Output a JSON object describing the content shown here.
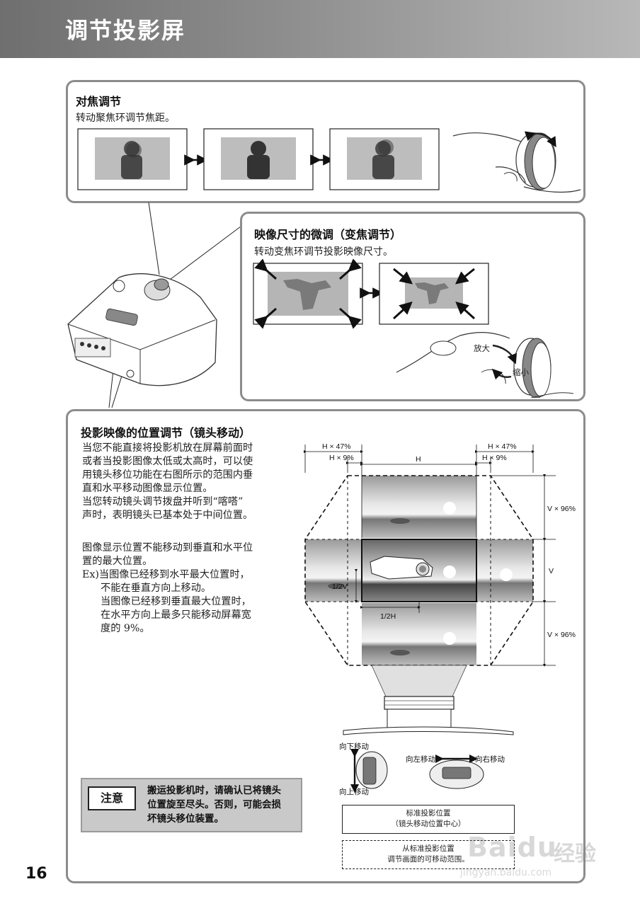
{
  "header": {
    "title": "调节投影屏"
  },
  "focus": {
    "title": "对焦调节",
    "description": "转动聚焦环调节焦距。"
  },
  "zoom": {
    "title": "映像尺寸的微调（变焦调节）",
    "description": "转动变焦环调节投影映像尺寸。",
    "label_enlarge": "放大",
    "label_shrink": "缩小"
  },
  "lens_shift": {
    "title": "投影映像的位置调节（镜头移动）",
    "paragraph1": [
      "当您不能直接将投影机放在屏幕前面时",
      "或者当投影图像太低或太高时，可以使",
      "用镜头移位功能在右图所示的范围内垂",
      "直和水平移动图像显示位置。",
      "当您转动镜头调节拨盘并听到“喀嗒”",
      "声时，表明镜头已基本处于中间位置。"
    ],
    "paragraph2": [
      "图像显示位置不能移动到垂直和水平位",
      "置的最大位置。",
      "Ex)当图像已经移到水平最大位置时，",
      "不能在垂直方向上移动。",
      "当图像已经移到垂直最大位置时，",
      "在水平方向上最多只能移动屏幕宽",
      "度的 9%。"
    ],
    "diagram": {
      "h47_left": "H × 47%",
      "h9_left": "H × 9%",
      "h": "H",
      "h47_right": "H × 47%",
      "h9_right": "H × 9%",
      "v96_top": "V × 96%",
      "v": "V",
      "v96_bottom": "V × 96%",
      "half_v": "1/2V",
      "half_h": "1/2H",
      "move_down": "向下移动",
      "move_up": "向上移动",
      "move_left": "向左移动",
      "move_right": "向右移动"
    },
    "legend_standard": [
      "标准投影位置",
      "（镜头移动位置中心）"
    ],
    "legend_range": [
      "从标准投影位置",
      "调节画面的可移动范围。"
    ]
  },
  "note": {
    "label": "注意",
    "lines": [
      "搬运投影机时，请确认已将镜头",
      "位置旋至尽头。否则，可能会损",
      "坏镜头移位装置。"
    ]
  },
  "page_number": "16",
  "watermark": {
    "brand": "Baidu",
    "cn": "经验",
    "url": "jingyan.baidu.com"
  }
}
